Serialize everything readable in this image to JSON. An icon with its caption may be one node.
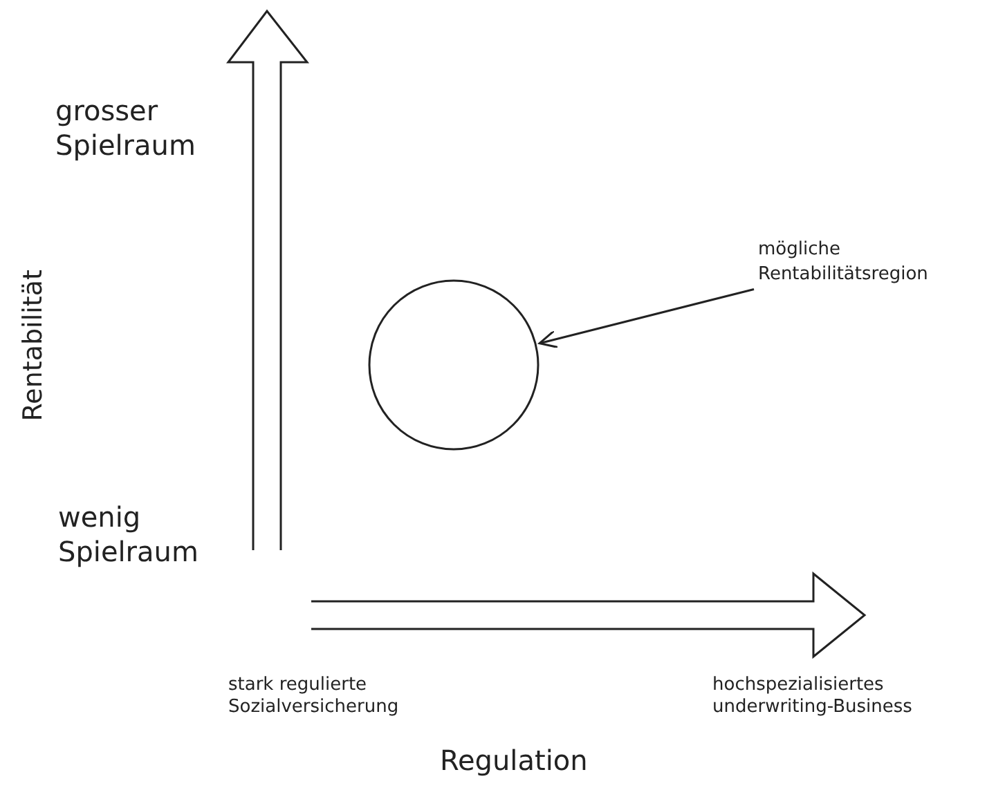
{
  "diagram": {
    "nodes": [
      {
        "text": [
          "mögliche Rentabilitätsregion"
        ]
      },
      {
        "text": [],
        "shape": "circle"
      }
    ],
    "edges": [
      {
        "from": 0,
        "to": 1,
        "arrow": "to"
      }
    ],
    "labels": [
      "grosser Spielraum",
      "Rentabilität",
      "wenig Spielraum",
      "stark regulierte Sozialversicherung",
      "hochspezialisiertes underwriting-Business",
      "Regulation"
    ]
  }
}
